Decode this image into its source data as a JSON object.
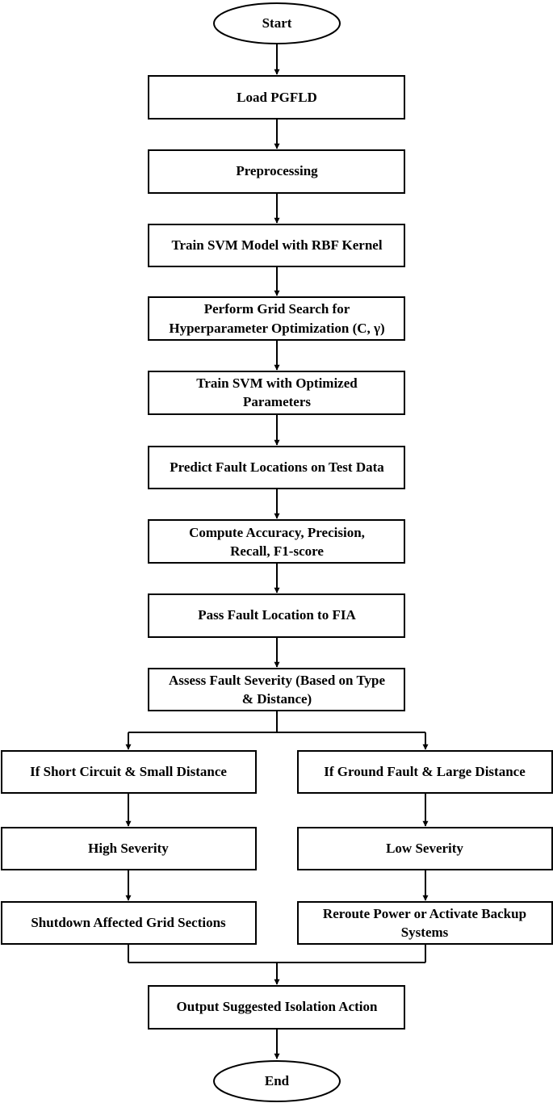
{
  "diagram": {
    "nodes": {
      "start": "Start",
      "load": "Load PGFLD",
      "preprocess": "Preprocessing",
      "train_rbf": "Train SVM Model with RBF Kernel",
      "grid_search_1": "Perform Grid Search for",
      "grid_search_2": "Hyperparameter Optimization (C, γ)",
      "train_opt_1": "Train SVM with Optimized",
      "train_opt_2": "Parameters",
      "predict": "Predict Fault Locations on Test Data",
      "compute_1": "Compute Accuracy, Precision,",
      "compute_2": "Recall, F1-score",
      "pass": "Pass Fault Location to FIA",
      "assess_1": "Assess Fault Severity (Based on Type",
      "assess_2": "& Distance)",
      "short_circuit": "If Short Circuit & Small Distance",
      "ground_fault": "If Ground Fault & Large Distance",
      "high": "High Severity",
      "low": "Low Severity",
      "shutdown": "Shutdown Affected Grid Sections",
      "reroute_1": "Reroute Power or Activate Backup",
      "reroute_2": "Systems",
      "output": "Output Suggested Isolation Action",
      "end": "End"
    }
  }
}
